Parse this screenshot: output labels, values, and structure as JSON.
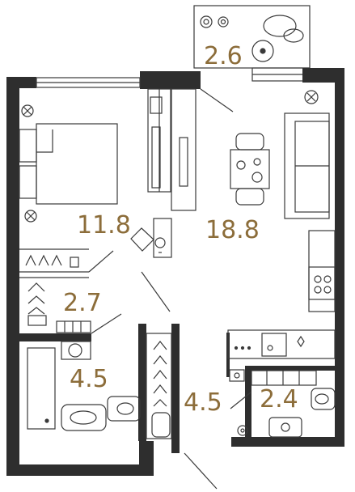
{
  "rooms": [
    {
      "id": "balcony",
      "area": "2.6"
    },
    {
      "id": "bedroom",
      "area": "11.8"
    },
    {
      "id": "living",
      "area": "18.8"
    },
    {
      "id": "wardrobe",
      "area": "2.7"
    },
    {
      "id": "bathroom",
      "area": "4.5"
    },
    {
      "id": "hallway",
      "area": "4.5"
    },
    {
      "id": "wc",
      "area": "2.4"
    }
  ],
  "colors": {
    "wall": "#2e2e2e",
    "line": "#3a3a3a",
    "label": "#8c6d3a",
    "background": "#ffffff"
  }
}
